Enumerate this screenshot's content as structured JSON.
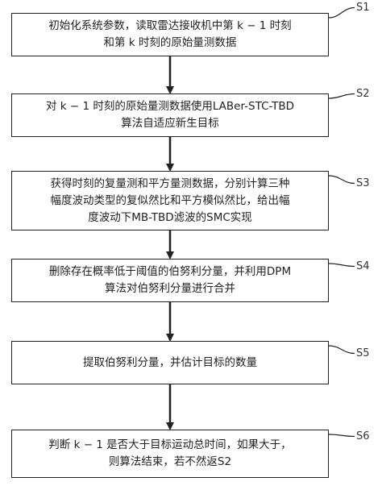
{
  "steps": [
    {
      "id": "s1",
      "label": "S1",
      "text": "初始化系统参数，读取雷达接收机中第 k − 1 时刻\n和第 k 时刻的原始量测数据"
    },
    {
      "id": "s2",
      "label": "S2",
      "text": "对 k − 1 时刻的原始量测数据使用LABer-STC-TBD\n算法自适应新生目标"
    },
    {
      "id": "s3",
      "label": "S3",
      "text": "获得时刻的复量测和平方量测数据，分别计算三种\n幅度波动类型的复似然比和平方模似然比，给出幅\n度波动下MB-TBD滤波的SMC实现"
    },
    {
      "id": "s4",
      "label": "S4",
      "text": "删除存在概率低于阈值的伯努利分量，并利用DPM\n算法对伯努利分量进行合并"
    },
    {
      "id": "s5",
      "label": "S5",
      "text": "提取伯努利分量，并估计目标的数量"
    },
    {
      "id": "s6",
      "label": "S6",
      "text": "判断 k − 1 是否大于目标运动总时间，如果大于，\n则算法结束，若不然返S2"
    }
  ],
  "colors": {
    "stroke": "#222222",
    "text": "#222222"
  }
}
